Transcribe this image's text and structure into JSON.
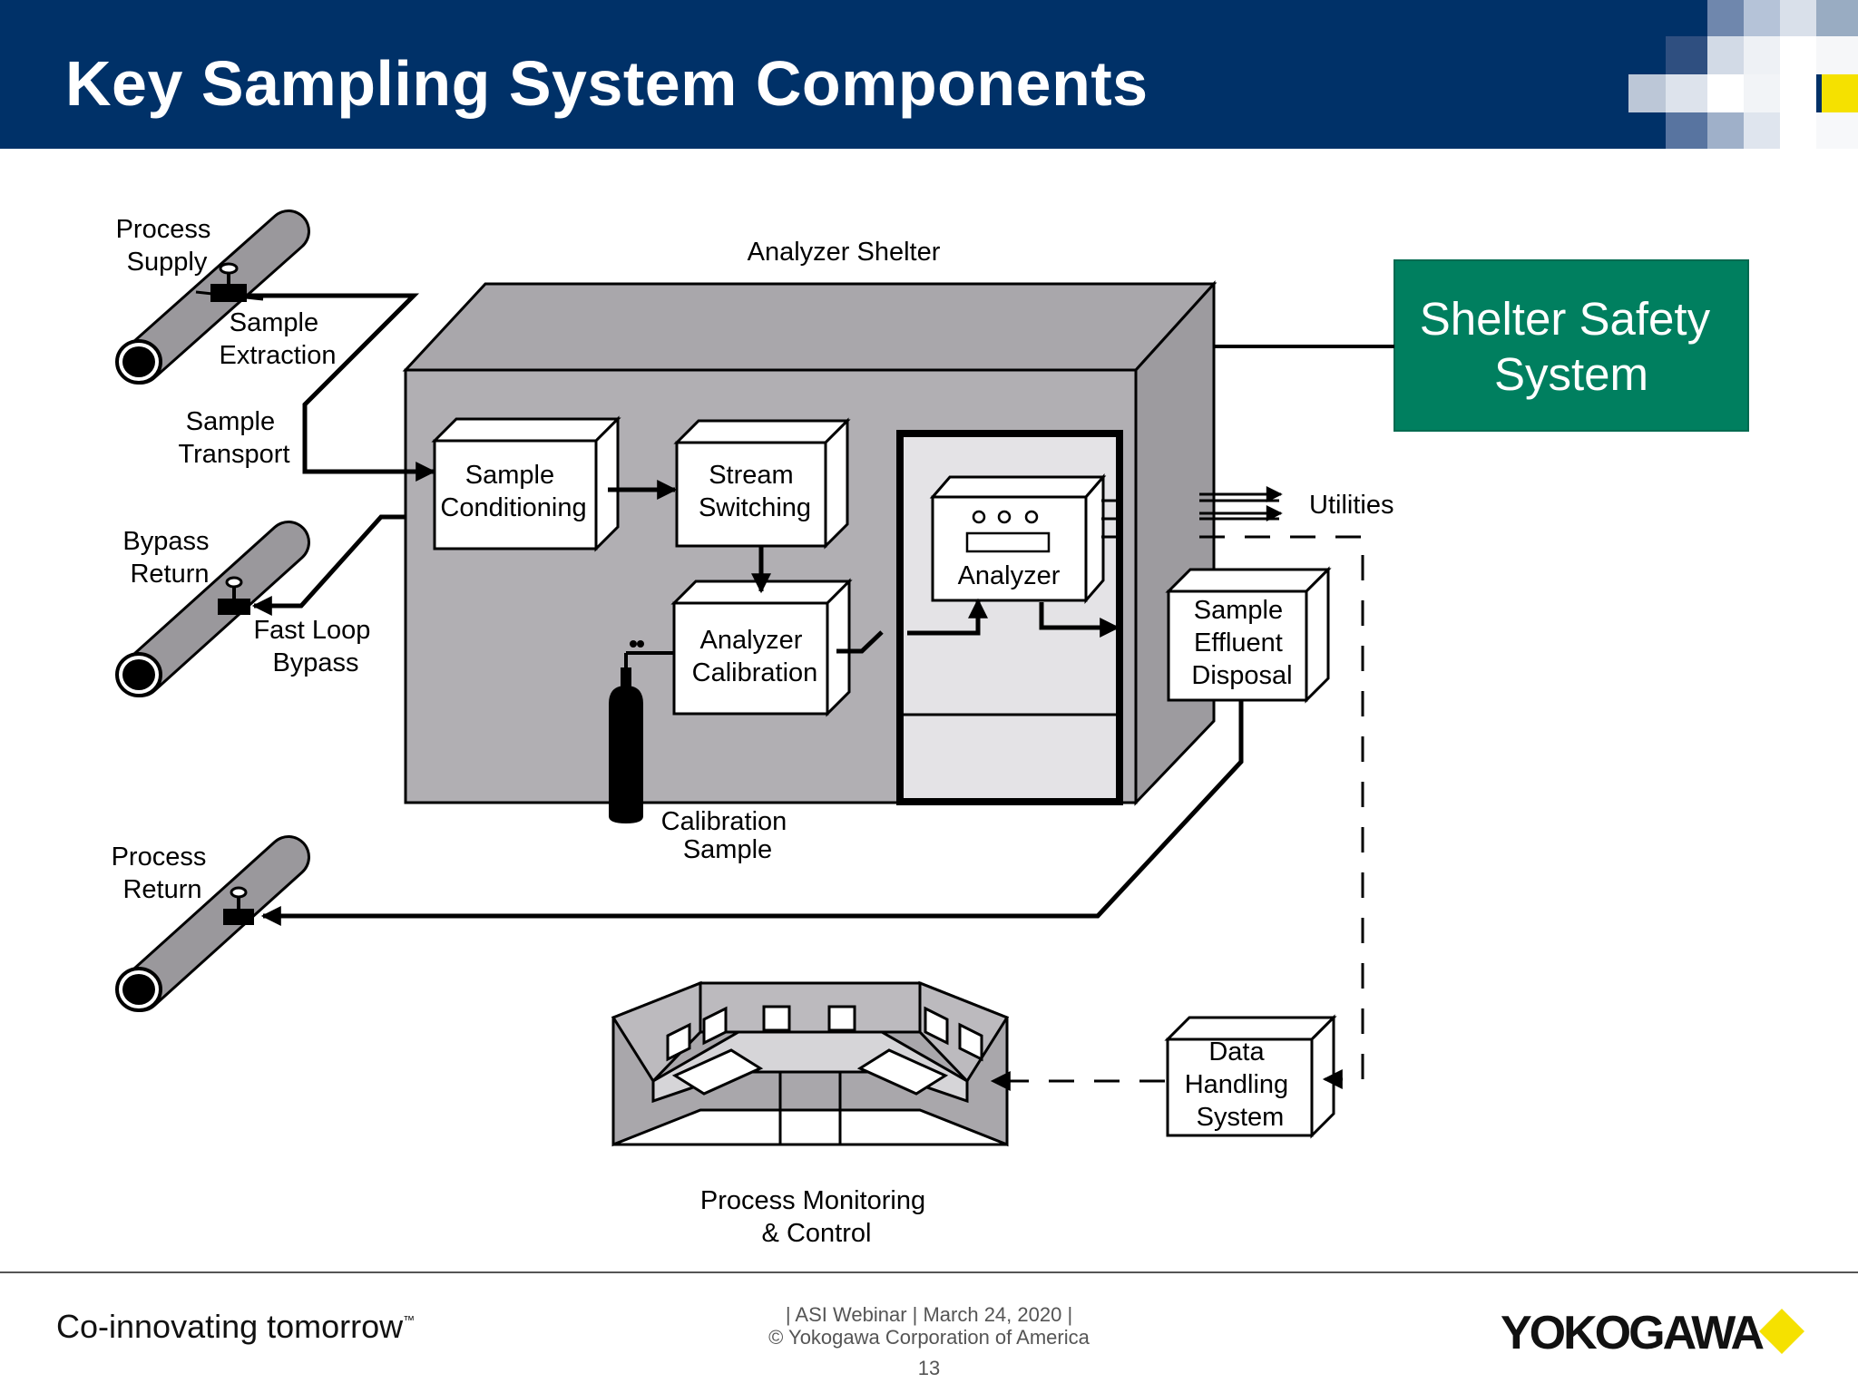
{
  "title": "Key Sampling System Components",
  "labels": {
    "process_supply": [
      "Process",
      "Supply"
    ],
    "sample_extraction": [
      "Sample",
      "Extraction"
    ],
    "sample_transport": [
      "Sample",
      "Transport"
    ],
    "bypass_return": [
      "Bypass",
      "Return"
    ],
    "fast_loop_bypass": [
      "Fast Loop",
      "Bypass"
    ],
    "process_return": [
      "Process",
      "Return"
    ],
    "analyzer_shelter": "Analyzer Shelter",
    "sample_conditioning": [
      "Sample",
      "Conditioning"
    ],
    "stream_switching": [
      "Stream",
      "Switching"
    ],
    "analyzer_calibration": [
      "Analyzer",
      "Calibration"
    ],
    "analyzer": "Analyzer",
    "calibration_sample": [
      "Calibration",
      "Sample"
    ],
    "utilities": "Utilities",
    "sample_effluent_disposal": [
      "Sample",
      "Effluent",
      "Disposal"
    ],
    "shelter_safety_system": [
      "Shelter Safety",
      "System"
    ],
    "data_handling_system": [
      "Data",
      "Handling",
      "System"
    ],
    "process_monitoring_control": [
      "Process Monitoring",
      "& Control"
    ]
  },
  "footer": {
    "tagline": "Co-innovating tomorrow",
    "tm": "™",
    "event": "| ASI Webinar | March 24, 2020 |",
    "copyright": "© Yokogawa Corporation of America",
    "page_number": "13",
    "brand": "YOKOGAWA"
  },
  "colors": {
    "header_bg": "#003168",
    "shelter_safety_bg": "#007f5f",
    "shelter_gray": "#b1afb3",
    "brand_yellow": "#f5e100"
  }
}
